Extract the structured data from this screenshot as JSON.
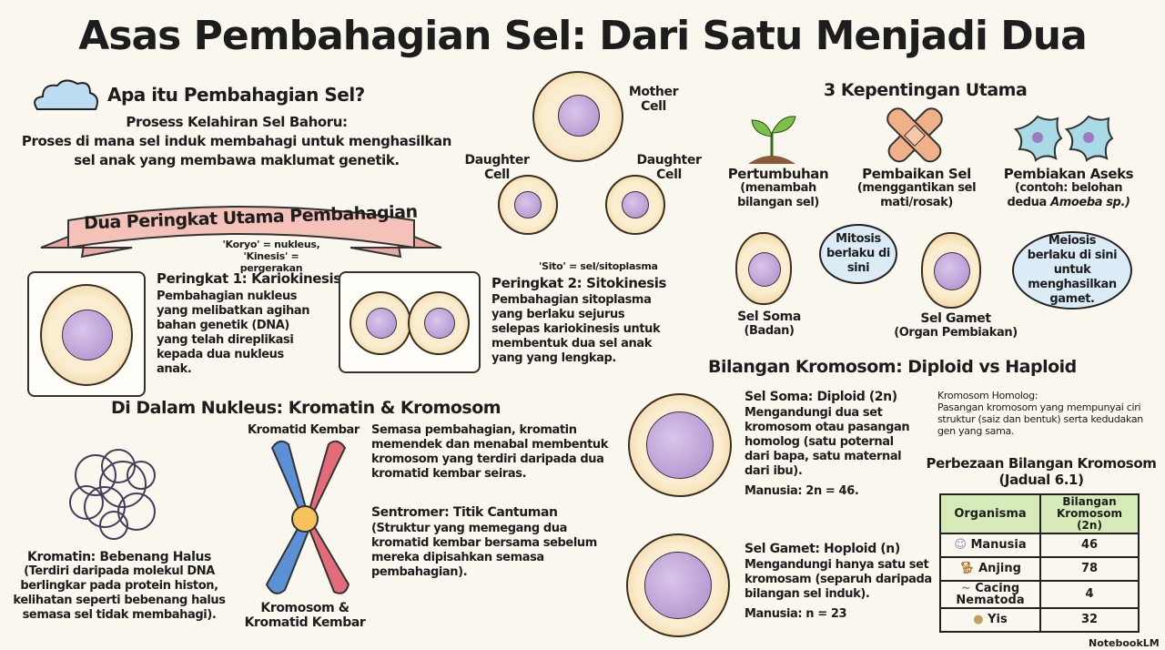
{
  "title": "Asas Pembahagian Sel: Dari Satu Menjadi Dua",
  "intro": {
    "heading": "Apa itu Pembahagian Sel?",
    "subheading": "Prosess Kelahiran Sel Bahoru:",
    "line1": "Proses di mana sel induk membahagi untuk menghasilkan",
    "line2": "sel anak yang membawa maklumat genetik."
  },
  "cells": {
    "mother": "Mother Cell",
    "daughter_left": "Daughter Cell",
    "daughter_right": "Daughter Cell"
  },
  "stages": {
    "banner": "Dua Peringkat Utama Pembahagian",
    "stage1": {
      "note1": "'Koryo' = nukleus,",
      "note2": "'Kinesis' = pergerakan",
      "title": "Peringkat 1: Kariokinesis",
      "body": "Pembahagian nukleus yang melibatkan agihan bahan genetik (DNA) yang telah direplikasi kepada dua nukleus anak."
    },
    "stage2": {
      "note": "'Sito' = sel/sitoplasma",
      "title": "Peringkat 2: Sitokinesis",
      "body": "Pembahagian sitoplasma yang berlaku sejurus selepas kariokinesis untuk membentuk dua sel anak yang yang lengkap."
    }
  },
  "importance": {
    "title": "3 Kepentingan Utama",
    "items": [
      {
        "title": "Pertumbuhan",
        "desc": "(menambah bilangan sel)"
      },
      {
        "title": "Pembaikan Sel",
        "desc": "(menggantikan sel mati/rosak)"
      },
      {
        "title": "Pembiakan Aseks",
        "desc": "(contoh: belohan dedua",
        "desc_italic": "Amoeba sp.)"
      }
    ],
    "soma": {
      "label": "Sel Soma",
      "sub": "(Badan)",
      "bubble": "Mitosis berlaku di sini"
    },
    "gamet": {
      "label": "Sel Gamet",
      "sub": "(Organ Pembiakan)",
      "bubble": "Meiosis berlaku di sini untuk menghasilkan gamet."
    }
  },
  "nucleus": {
    "title": "Di Dalam Nukleus: Kromatin & Kromosom",
    "chromatin_title": "Kromatin: Bebenang Halus",
    "chromatin_body": "(Terdiri daripada molekul DNA berlingkar pada protein histon, kelihatan seperti bebenang halus semasa sel tidak membahagi).",
    "twin_label": "Kromatid Kembar",
    "chromosome_label": "Kromosom & Kromatid Kembar",
    "desc": "Semasa pembahagian, kromatin memendek dan menabal membentuk kromosom yang terdiri daripada dua kromatid kembar seiras.",
    "centromere_title": "Sentromer: Titik Cantuman",
    "centromere_body": "(Struktur yang memegang dua kromatid kembar bersama sebelum mereka dipisahkan semasa pembahagian)."
  },
  "ploidy": {
    "title": "Bilangan Kromosom: Diploid vs Haploid",
    "diploid": {
      "title": "Sel Soma: Diploid (2n)",
      "body": "Mengandungi dua set kromosom otau pasangan homolog (satu poternal dari bapa, satu maternal dari ibu).",
      "human": "Manusia: 2n = 46."
    },
    "haploid": {
      "title": "Sel Gamet: Hoploid (n)",
      "body": "Mengandungi hanya satu set kromosam (separuh daripada bilangan sel induk).",
      "human": "Manusia: n = 23"
    },
    "homolog_title": "Kromosom Homolog:",
    "homolog_body": "Pasangan kromosom yang mempunyai ciri struktur (saiz dan bentuk) serta kedudakan gen yang sama."
  },
  "table": {
    "title": "Perbezaan Bilangan Kromosom",
    "subtitle": "(Jadual 6.1)",
    "headers": [
      "Organisma",
      "Bilangan Kromosom (2n)"
    ],
    "rows": [
      {
        "icon": "person-icon",
        "name": "Manusia",
        "value": "46"
      },
      {
        "icon": "dog-icon",
        "name": "Anjing",
        "value": "78"
      },
      {
        "icon": "worm-icon",
        "name": "Cacing Nematoda",
        "value": "4"
      },
      {
        "icon": "yeast-icon",
        "name": "Yis",
        "value": "32"
      }
    ]
  },
  "watermark": "NotebookLM"
}
